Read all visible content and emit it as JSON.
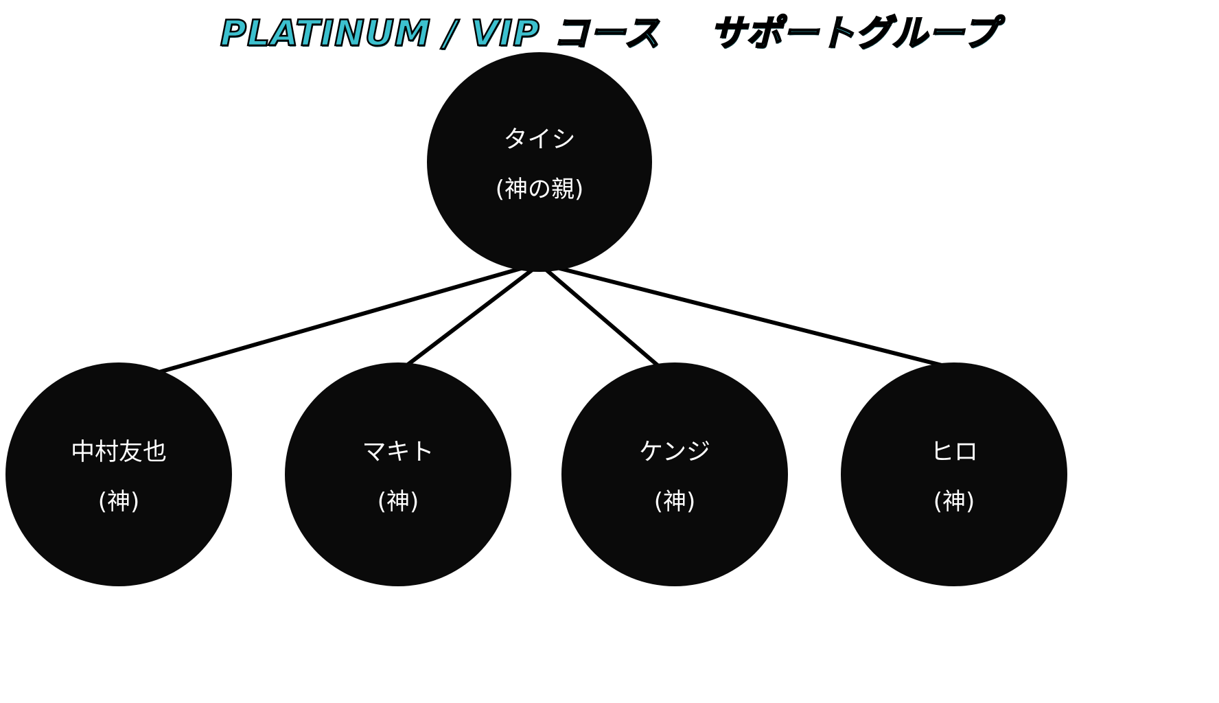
{
  "title": "PLATINUM / VIP コース　 サポートグループ",
  "colors": {
    "title_fill": "#3cc0ce",
    "title_outline": "#000000",
    "node_background": "#0a0a0a",
    "node_text": "#ffffff",
    "connector": "#000000"
  },
  "root": {
    "name": "タイシ",
    "role": "(神の親)"
  },
  "children": [
    {
      "name": "中村友也",
      "role": "(神)"
    },
    {
      "name": "マキト",
      "role": "(神)"
    },
    {
      "name": "ケンジ",
      "role": "(神)"
    },
    {
      "name": "ヒロ",
      "role": "(神)"
    }
  ]
}
